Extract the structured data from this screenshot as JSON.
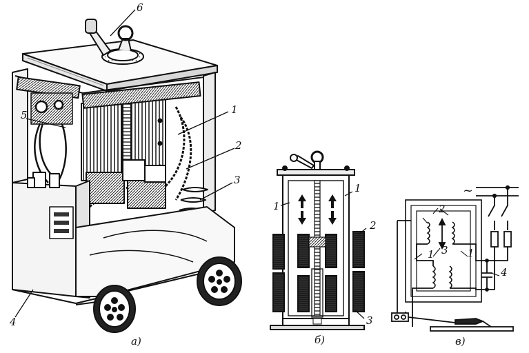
{
  "panel_a": {
    "caption": "а)",
    "labels": {
      "l1": "1",
      "l2": "2",
      "l3": "3",
      "l4": "4",
      "l5": "5",
      "l6": "6"
    }
  },
  "panel_b": {
    "caption": "б)",
    "labels": {
      "l1_left": "1",
      "l1_right": "1",
      "l2": "2",
      "l3": "3"
    }
  },
  "panel_c": {
    "caption": "в)",
    "labels": {
      "l1_left": "1",
      "l1_right": "1",
      "l2": "2",
      "l3": "3",
      "l4": "4",
      "ac": "~"
    }
  }
}
